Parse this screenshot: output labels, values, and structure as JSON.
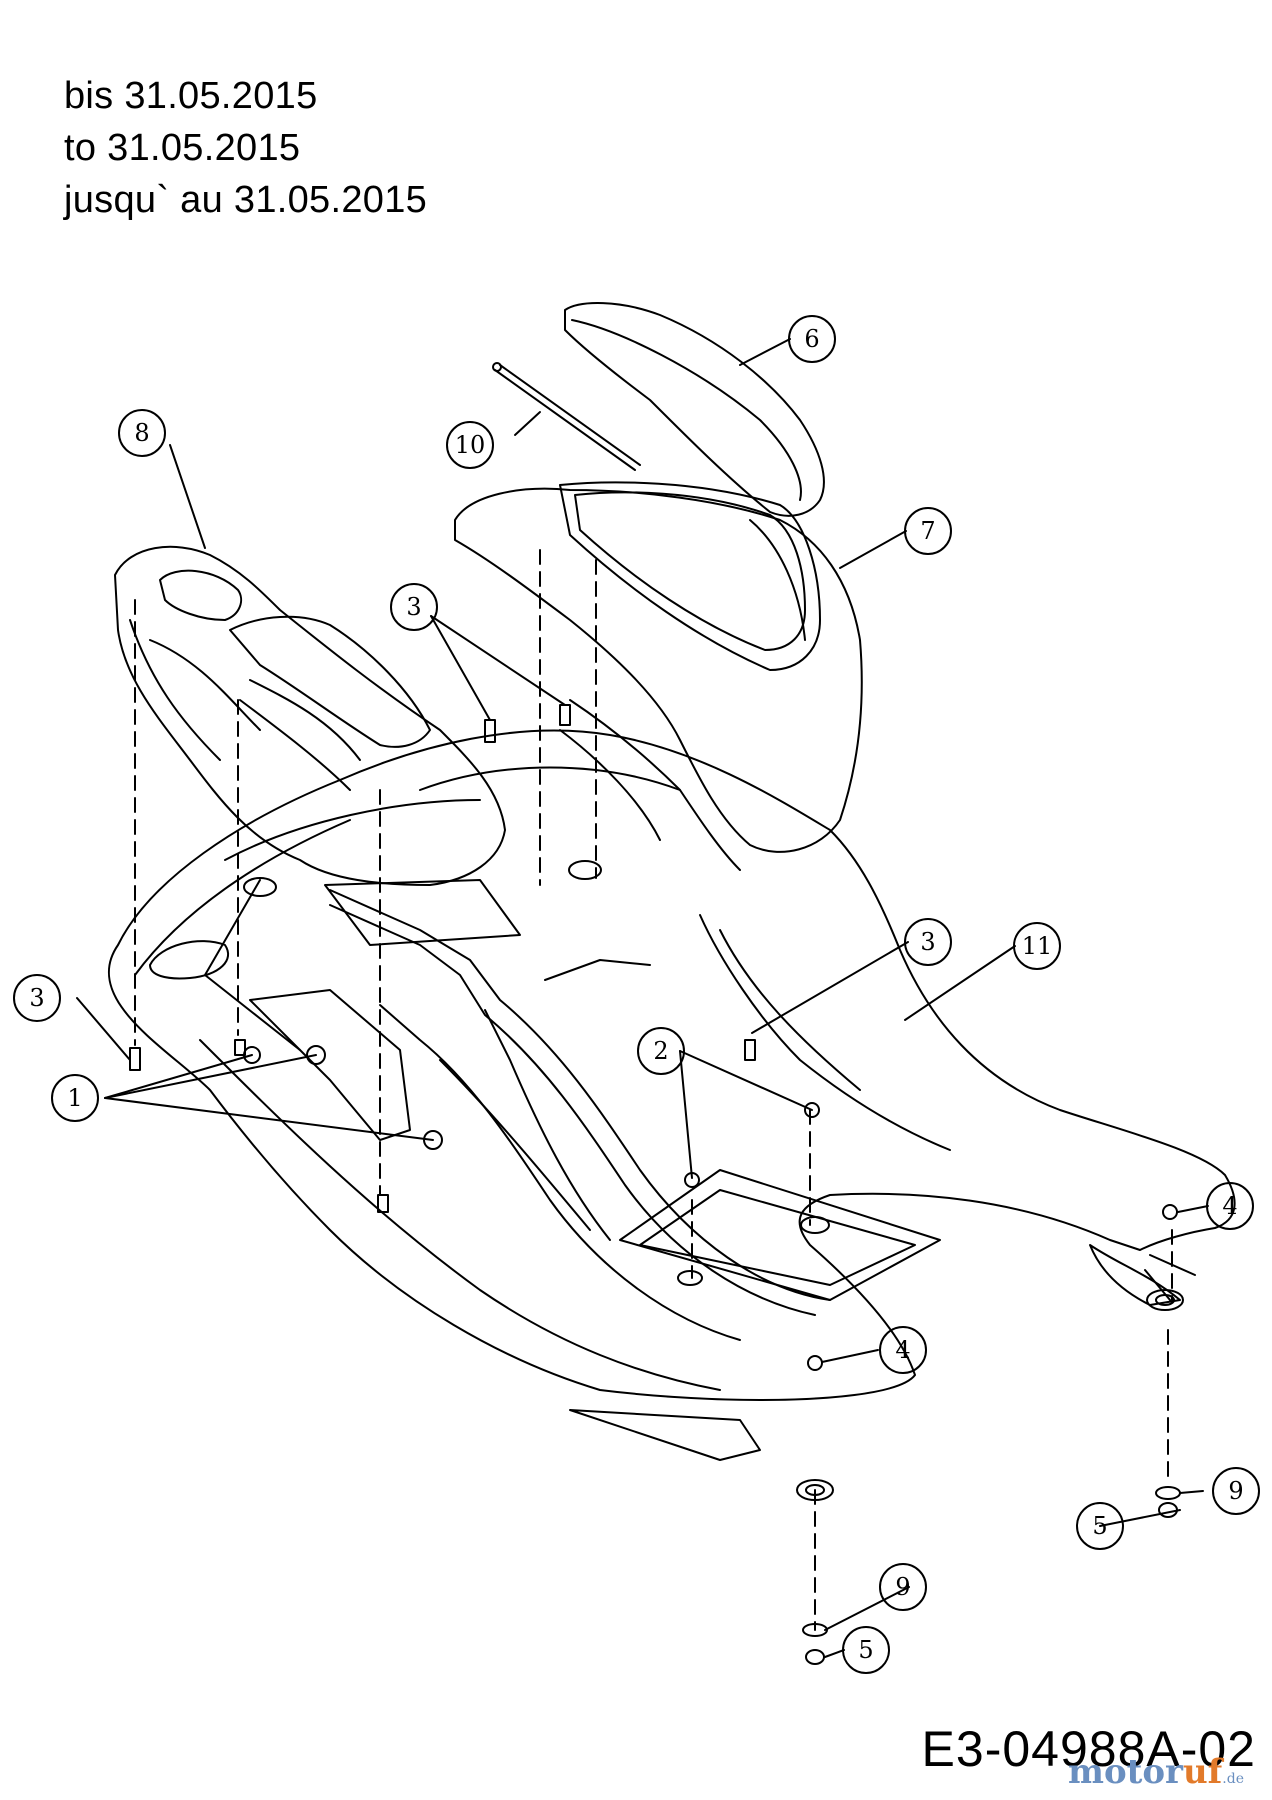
{
  "validity": {
    "de": "bis 31.05.2015",
    "en": "to 31.05.2015",
    "fr": "jusqu` au 31.05.2015"
  },
  "drawing_code": "E3-04988A-02",
  "watermark": {
    "part1": "motor",
    "part2": "uf",
    "suffix": ".de"
  },
  "callouts": [
    {
      "id": "c6",
      "label": "6"
    },
    {
      "id": "c10",
      "label": "10"
    },
    {
      "id": "c8",
      "label": "8"
    },
    {
      "id": "c7",
      "label": "7"
    },
    {
      "id": "c3a",
      "label": "3"
    },
    {
      "id": "c3b",
      "label": "3"
    },
    {
      "id": "c3c",
      "label": "3"
    },
    {
      "id": "c11",
      "label": "11"
    },
    {
      "id": "c2",
      "label": "2"
    },
    {
      "id": "c1",
      "label": "1"
    },
    {
      "id": "c4a",
      "label": "4"
    },
    {
      "id": "c4b",
      "label": "4"
    },
    {
      "id": "c9a",
      "label": "9"
    },
    {
      "id": "c5a",
      "label": "5"
    },
    {
      "id": "c9b",
      "label": "9"
    },
    {
      "id": "c5b",
      "label": "5"
    }
  ],
  "colors": {
    "line": "#000000",
    "background": "#ffffff",
    "watermark_blue": "#6a8fc0",
    "watermark_orange": "#e27a2a"
  }
}
